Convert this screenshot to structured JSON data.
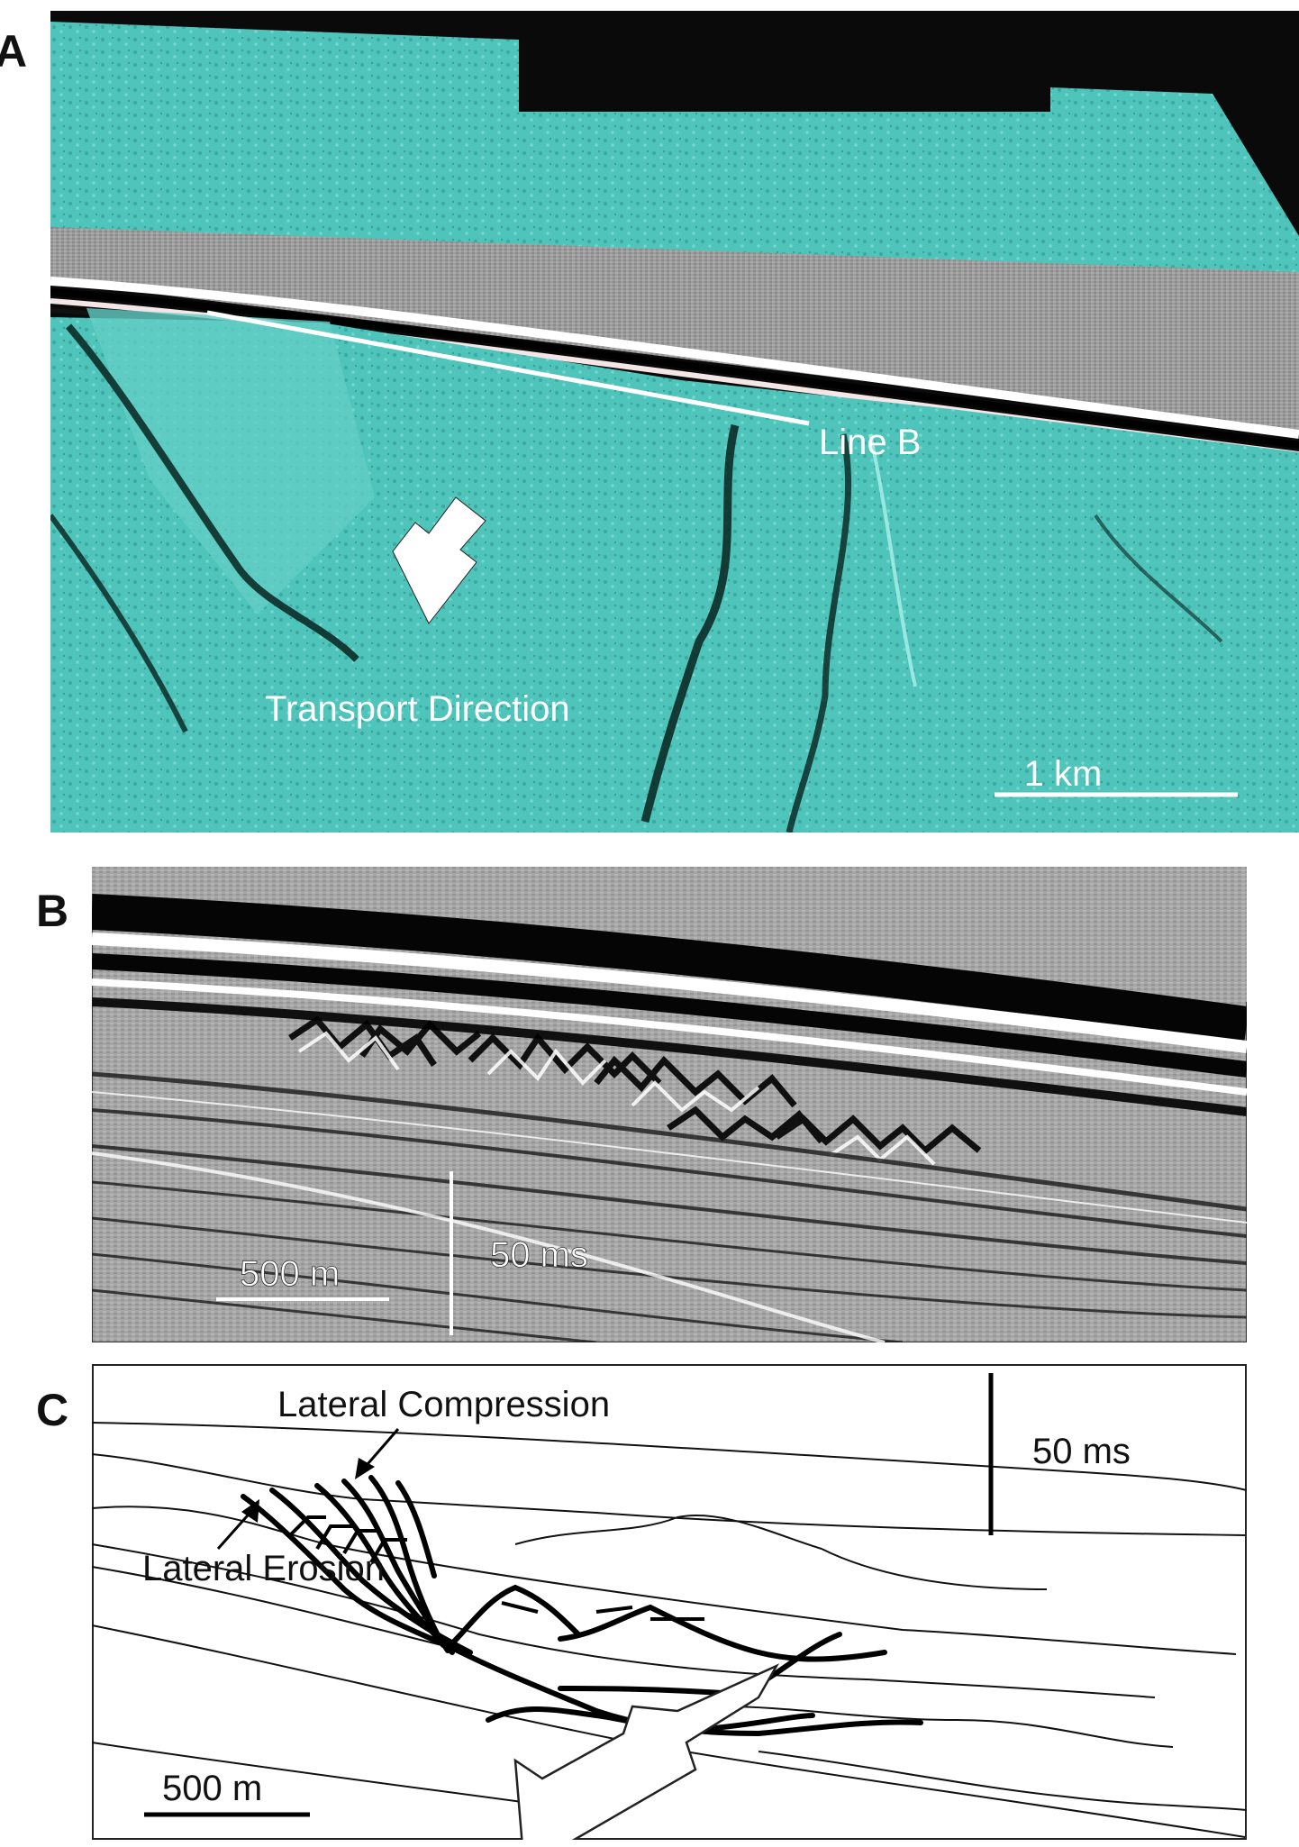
{
  "figure": {
    "panels": [
      {
        "letter": "A",
        "type": "3d-seafloor-render",
        "colors": {
          "seafloor": "#4fc4bb",
          "void": "#0a0a0a",
          "seismic_gray": "#9a9a9a"
        },
        "labels": {
          "line": "Line B",
          "arrow": "Transport Direction",
          "scale": "1 km"
        }
      },
      {
        "letter": "B",
        "type": "seismic-section",
        "labels": {
          "horizontal_scale": "500 m",
          "vertical_scale": "50 ms"
        }
      },
      {
        "letter": "C",
        "type": "interpretation-line-drawing",
        "labels": {
          "compression": "Lateral Compression",
          "erosion": "Lateral Erosion",
          "vertical_scale": "50 ms",
          "horizontal_scale": "500 m"
        }
      }
    ]
  }
}
